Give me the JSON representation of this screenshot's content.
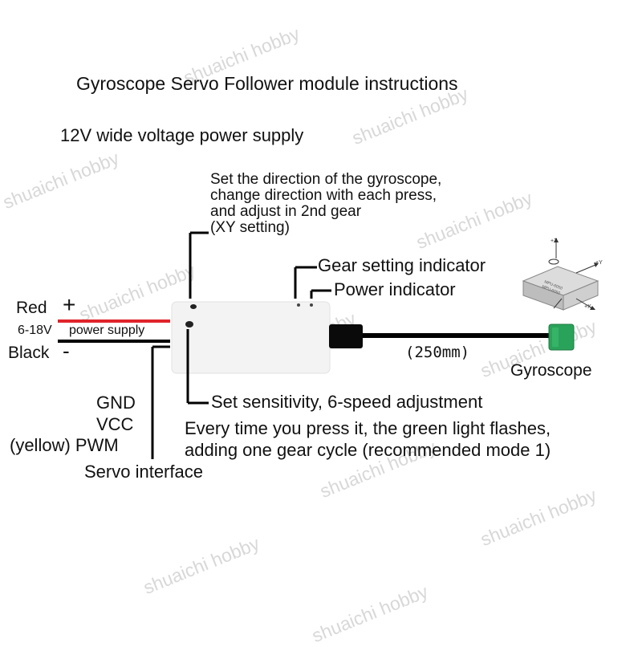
{
  "title": "Gyroscope Servo Follower module instructions",
  "power_supply_note": "12V wide voltage power supply",
  "direction_note": {
    "line1": "Set the direction of the gyroscope,",
    "line2": "change direction with each press,",
    "line3": "and adjust in 2nd gear",
    "line4": "(XY setting)"
  },
  "gear_indicator": "Gear setting indicator",
  "power_indicator": "Power indicator",
  "wires": {
    "red_label": "Red",
    "plus": "+",
    "voltage": "6-18V",
    "power_supply": "power supply",
    "black_label": "Black",
    "minus": "-"
  },
  "cable_length": "(250mm)",
  "gyroscope_label": "Gyroscope",
  "sensitivity_note": "Set sensitivity, 6-speed adjustment",
  "press_note": {
    "line1": "Every time you press it, the green light flashes,",
    "line2": "adding one gear cycle (recommended mode 1)"
  },
  "servo": {
    "gnd": "GND",
    "vcc": "VCC",
    "pwm": "(yellow) PWM",
    "interface": "Servo interface"
  },
  "sensor_chip": {
    "text1": "MPU-6050",
    "text2": "MPU-6050",
    "axis_z": "+Z",
    "axis_y": "+Y",
    "axis_x": "+X"
  },
  "watermark": "shuaichi hobby",
  "colors": {
    "red_wire": "#e0242b",
    "black_wire": "#000000",
    "module_body": "#f2f2f2",
    "gyro_board": "#2aa35a",
    "watermark": "#d8d8d8"
  }
}
